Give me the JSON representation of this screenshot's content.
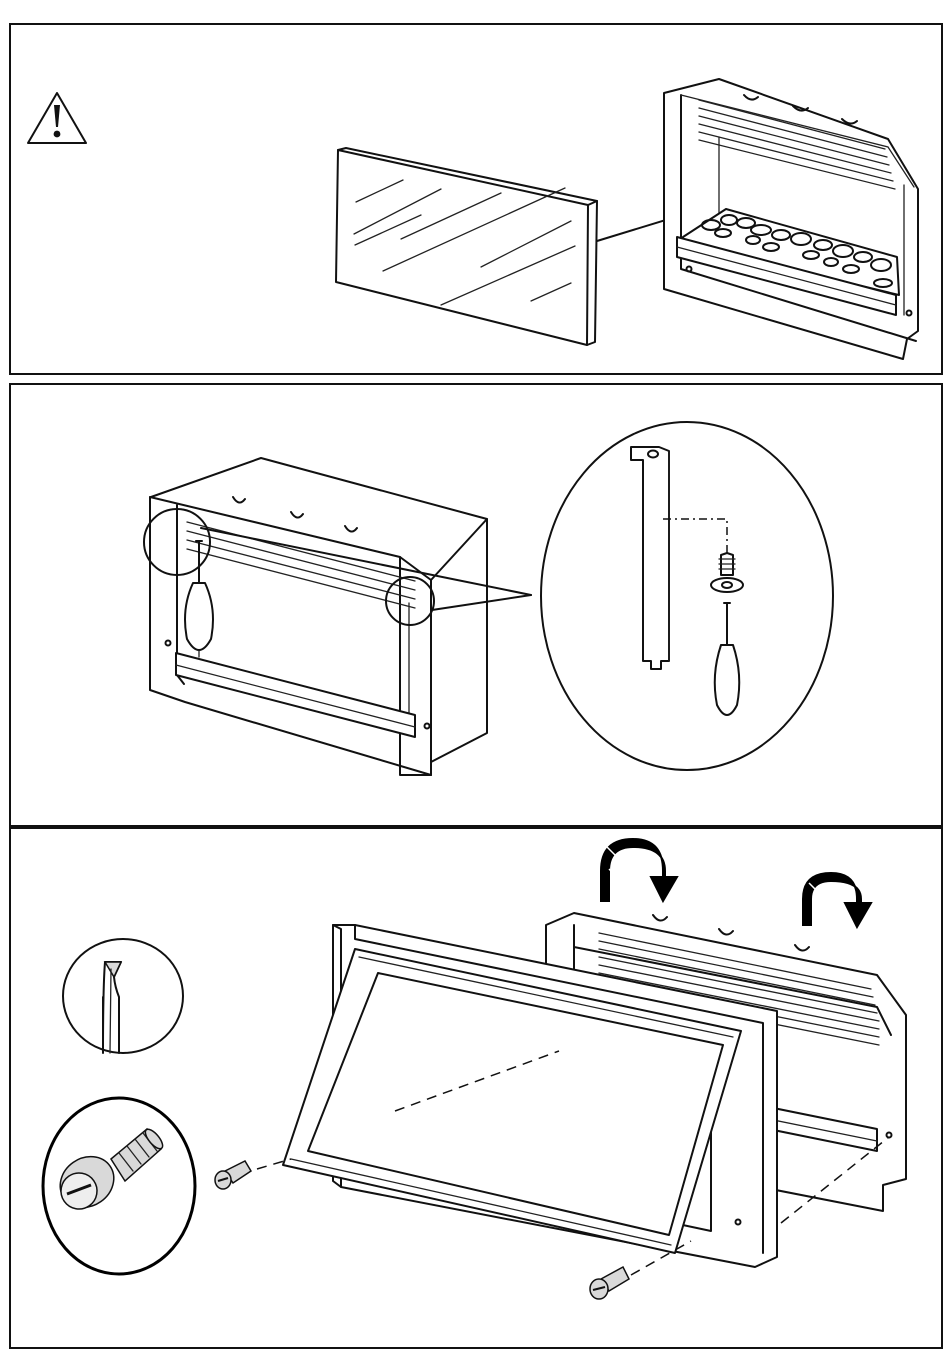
{
  "panels": [
    {
      "id": "step-insert-glass"
    },
    {
      "id": "step-fix-brackets"
    },
    {
      "id": "step-attach-frame"
    }
  ],
  "icons": {
    "warning": "warning-triangle-icon",
    "screwdriver": "screwdriver-icon",
    "screw": "slotted-screw-icon"
  },
  "colors": {
    "line": "#111111",
    "background": "#ffffff",
    "fill_grey": "#d9d9d9",
    "arrow_black": "#000000"
  }
}
